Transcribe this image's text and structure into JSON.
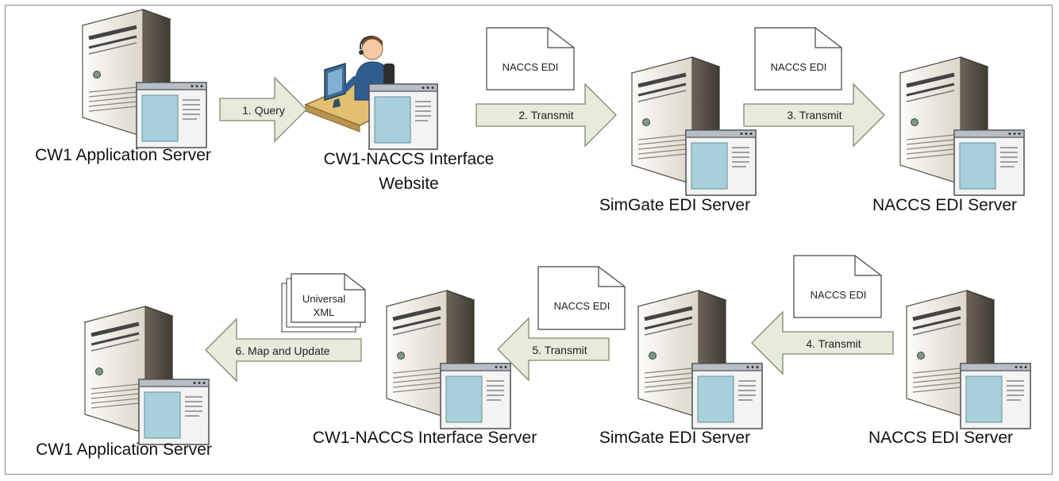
{
  "row1": {
    "cw1_app_server": "CW1 Application Server",
    "interface_website_line1": "CW1-NACCS Interface",
    "interface_website_line2": "Website",
    "simgate_server": "SimGate EDI Server",
    "naccs_server": "NACCS EDI Server",
    "arrows": [
      "1. Query",
      "2. Transmit",
      "3. Transmit"
    ],
    "docs": [
      "NACCS EDI",
      "NACCS EDI"
    ]
  },
  "row2": {
    "cw1_app_server": "CW1 Application Server",
    "interface_server": "CW1-NACCS Interface Server",
    "simgate_server": "SimGate EDI Server",
    "naccs_server": "NACCS EDI Server",
    "arrows": [
      "6. Map and Update",
      "5. Transmit",
      "4. Transmit"
    ],
    "docs": [
      "Universal",
      "XML",
      "NACCS EDI",
      "NACCS EDI"
    ]
  },
  "colors": {
    "arrow_fill": "#e6ebdc",
    "arrow_stroke": "#7f8a6e",
    "server_body": "#eeeae2",
    "window_screen": "#a7d0dc"
  }
}
